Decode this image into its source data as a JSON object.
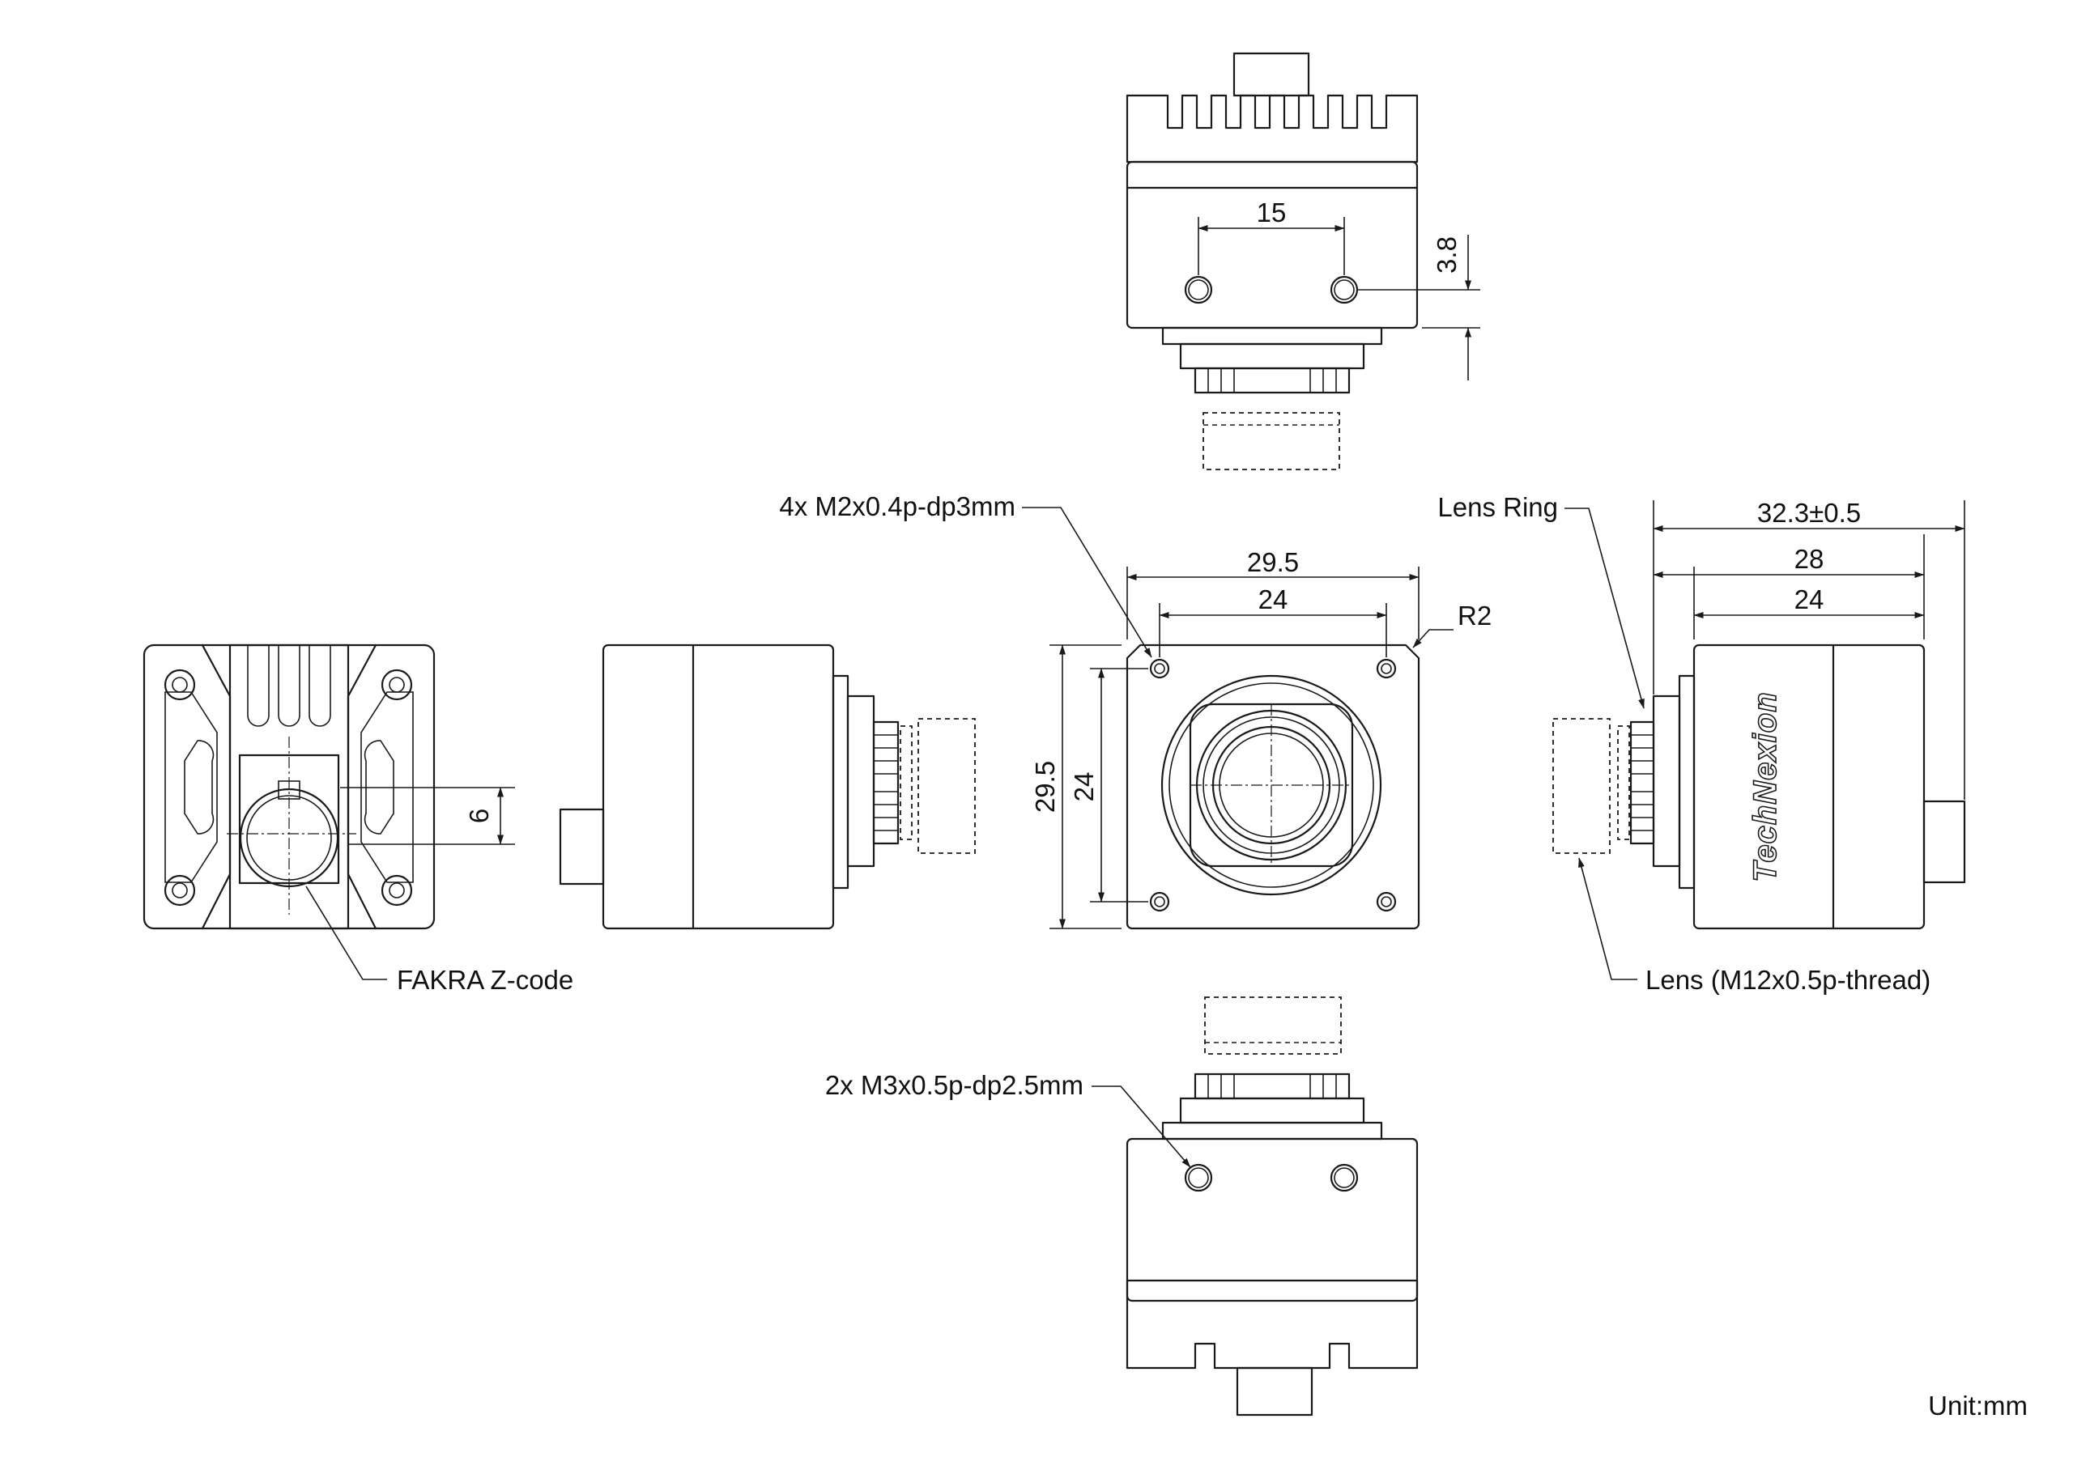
{
  "colors": {
    "line": "#1a1a1a",
    "background": "#ffffff"
  },
  "dimensions": {
    "top_hole_spacing": "15",
    "top_hole_offset": "3.8",
    "front_width_outer": "29.5",
    "front_width_inner": "24",
    "front_height_outer": "29.5",
    "front_height_inner": "24",
    "corner_radius": "R2",
    "connector_offset": "6",
    "total_length": "32.3±0.5",
    "body_length_28": "28",
    "body_length_24": "24"
  },
  "callouts": {
    "front_holes": "4x M2x0.4p-dp3mm",
    "lens_ring": "Lens Ring",
    "lens": "Lens (M12x0.5p-thread)",
    "fakra": "FAKRA Z-code",
    "bottom_holes": "2x M3x0.5p-dp2.5mm"
  },
  "brand": "TechNexion",
  "unit": "Unit:mm"
}
